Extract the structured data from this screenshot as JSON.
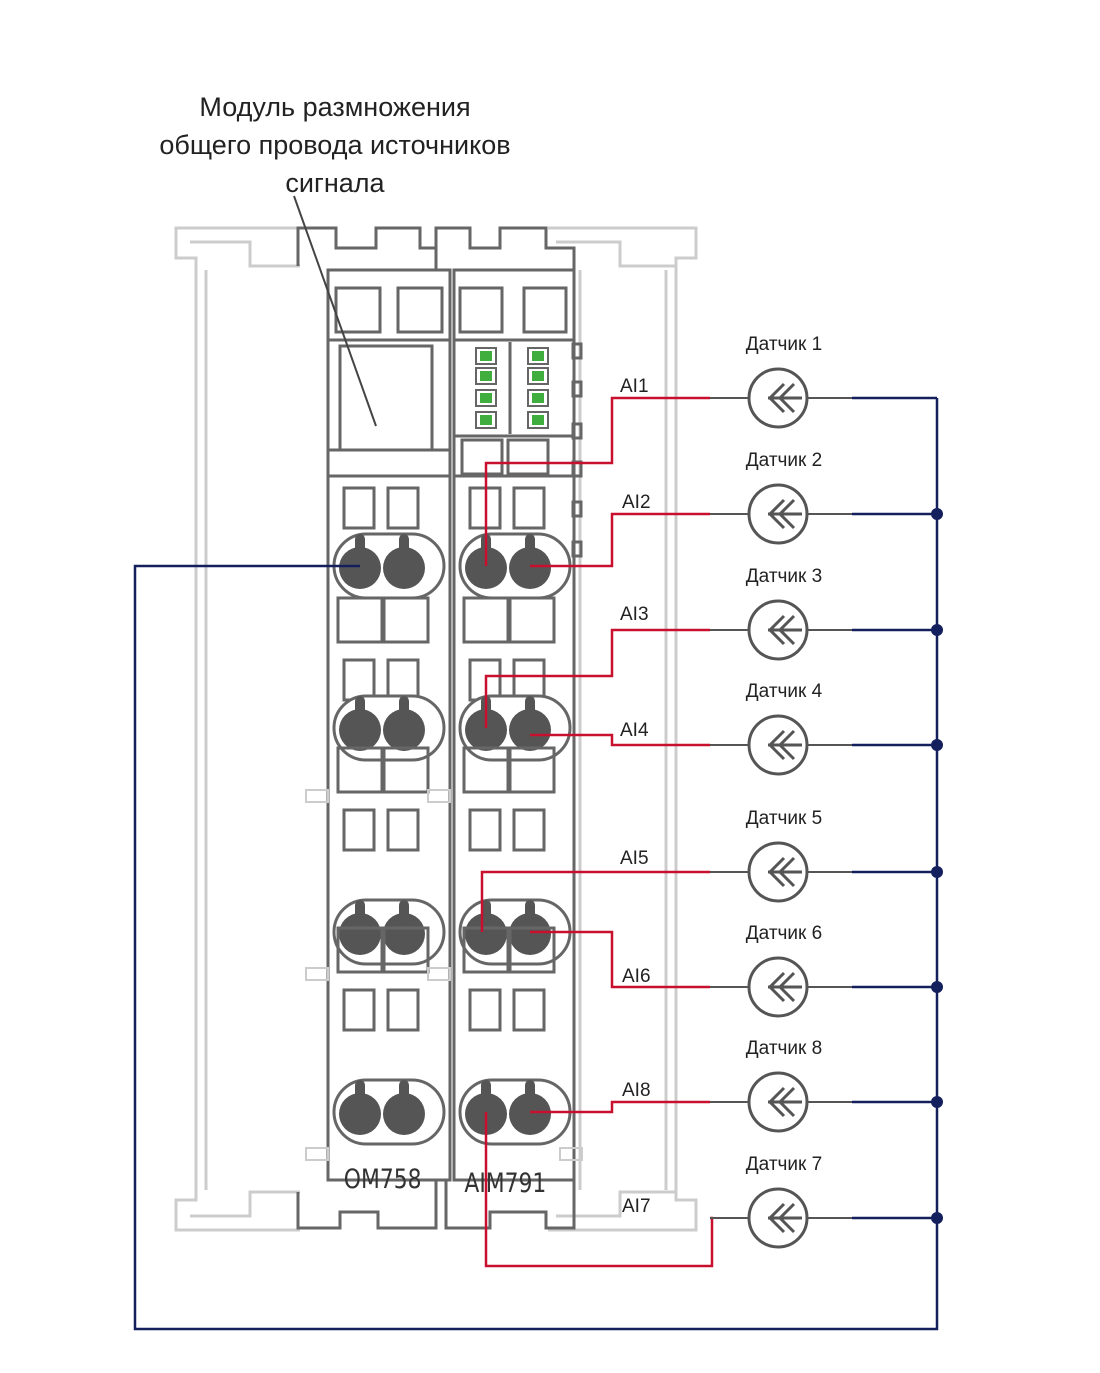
{
  "callout": {
    "lines": [
      "Модуль размножения",
      "общего провода источников",
      "сигнала"
    ]
  },
  "modules": {
    "left": "OM758",
    "right": "AIM791"
  },
  "channels": [
    {
      "input": "AI1",
      "sensor": "Датчик 1"
    },
    {
      "input": "AI2",
      "sensor": "Датчик 2"
    },
    {
      "input": "AI3",
      "sensor": "Датчик 3"
    },
    {
      "input": "AI4",
      "sensor": "Датчик 4"
    },
    {
      "input": "AI5",
      "sensor": "Датчик 5"
    },
    {
      "input": "AI6",
      "sensor": "Датчик 6"
    },
    {
      "input": "AI8",
      "sensor": "Датчик 8"
    },
    {
      "input": "AI7",
      "sensor": "Датчик 7"
    }
  ],
  "colors": {
    "signal_wire": "#c8102e",
    "common_wire": "#14205e",
    "module_body": "#666666",
    "ghost_outline": "#cccccc",
    "led": "#3fae3f",
    "terminal_screw": "#555555"
  }
}
